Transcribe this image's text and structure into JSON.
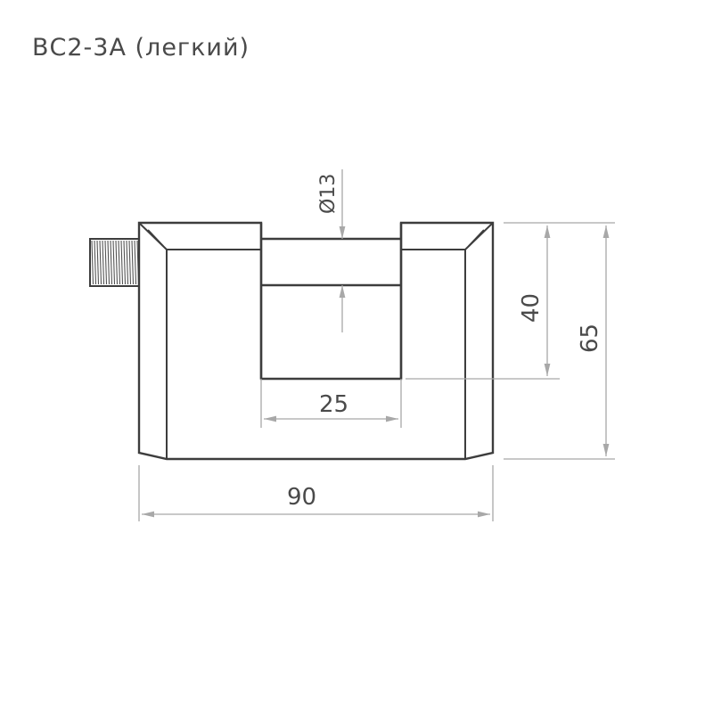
{
  "title": "ВС2-3А (легкий)",
  "dimensions": {
    "width_total": "90",
    "height_total": "65",
    "shackle_height": "40",
    "shackle_gap": "25",
    "shackle_diameter": "Ø13"
  },
  "colors": {
    "outline": "#3d3d3d",
    "dimension": "#a8a8a8",
    "text": "#4a4a4a",
    "background": "#ffffff"
  }
}
